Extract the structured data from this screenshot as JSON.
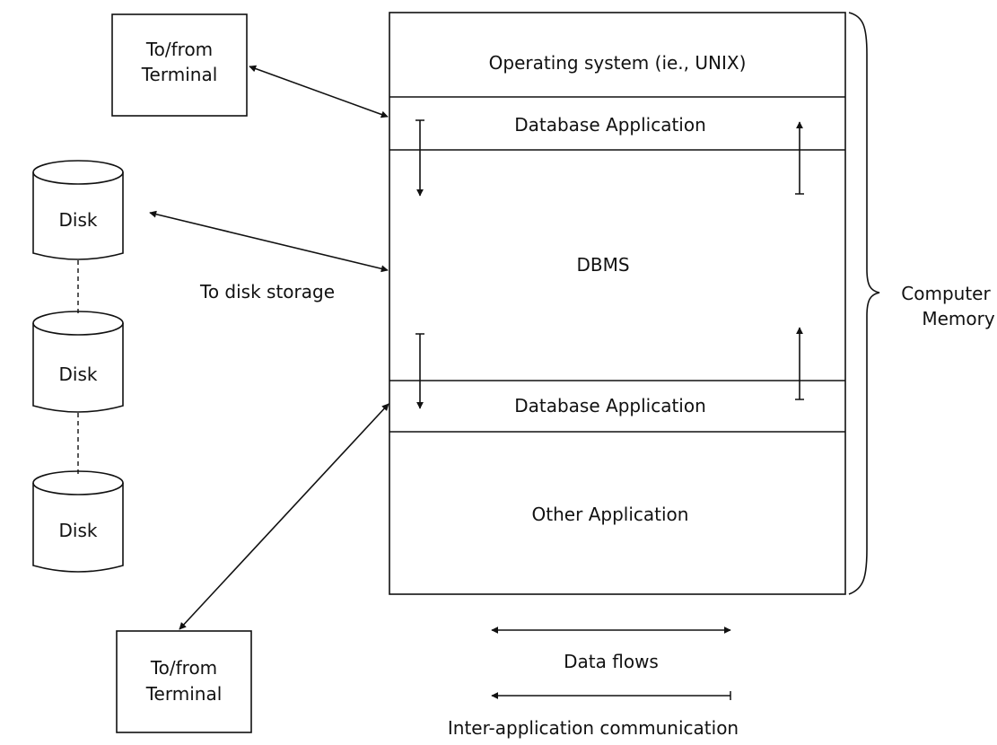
{
  "memory": {
    "os_label": "Operating system (ie., UNIX)",
    "db_app_top_label": "Database Application",
    "dbms_label": "DBMS",
    "db_app_bottom_label": "Database Application",
    "other_app_label": "Other Application"
  },
  "terminal_top": {
    "line1": "To/from",
    "line2": "Terminal"
  },
  "terminal_bottom": {
    "line1": "To/from",
    "line2": "Terminal"
  },
  "disks": [
    {
      "label": "Disk"
    },
    {
      "label": "Disk"
    },
    {
      "label": "Disk"
    }
  ],
  "disk_link_label": "To disk storage",
  "brace_label": {
    "line1": "Computer",
    "line2": "Memory"
  },
  "legend": {
    "data_flows": "Data flows",
    "inter_app": "Inter-application communication"
  },
  "colors": {
    "ink": "#111111",
    "background": "#ffffff"
  }
}
